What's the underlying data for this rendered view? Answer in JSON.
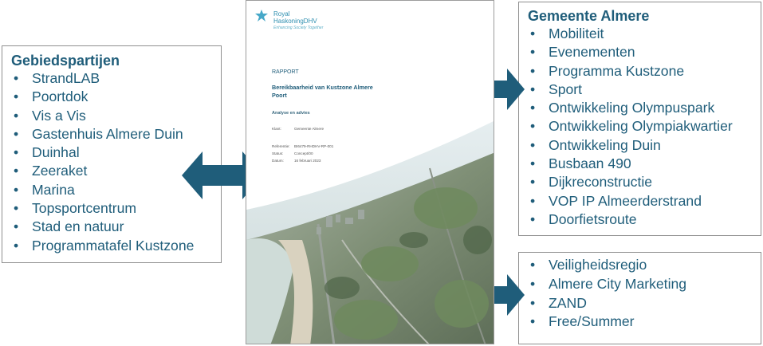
{
  "left_box": {
    "title": "Gebiedspartijen",
    "items": [
      "StrandLAB",
      "Poortdok",
      "Vis a Vis",
      "Gastenhuis Almere Duin",
      "Duinhal",
      "Zeeraket",
      "Marina",
      "Topsportcentrum",
      "Stad en natuur",
      "Programmatafel Kustzone"
    ]
  },
  "right_top_box": {
    "title": "Gemeente Almere",
    "items": [
      "Mobiliteit",
      "Evenementen",
      "Programma Kustzone",
      "Sport",
      "Ontwikkeling Olympuspark",
      "Ontwikkeling Olympiakwartier",
      "Ontwikkeling Duin",
      "Busbaan 490",
      "Dijkreconstructie",
      "VOP IP Almeerderstrand",
      "Doorfietsroute"
    ]
  },
  "right_bottom_box": {
    "items": [
      "Veiligheidsregio",
      "Almere City Marketing",
      "ZAND",
      "Free/Summer"
    ]
  },
  "document": {
    "logo_line1": "Royal",
    "logo_line2": "HaskoningDHV",
    "logo_tagline": "Enhancing Society Together",
    "label": "RAPPORT",
    "title_line1": "Bereikbaarheid van Kustzone Almere",
    "title_line2": "Poort",
    "subtitle": "Analyse en advies",
    "client_label": "Klant:",
    "client_value": "Gemeente Almere",
    "ref_label": "Referentie:",
    "ref_value": "BI6479-RHDHV-RP-001",
    "status_label": "Status:",
    "status_value": "Concept/00",
    "date_label": "Datum:",
    "date_value": "16 februari 2023"
  },
  "colors": {
    "text": "#1f5d7a",
    "arrow": "#1f5d7a",
    "border": "#8f8f8f"
  }
}
